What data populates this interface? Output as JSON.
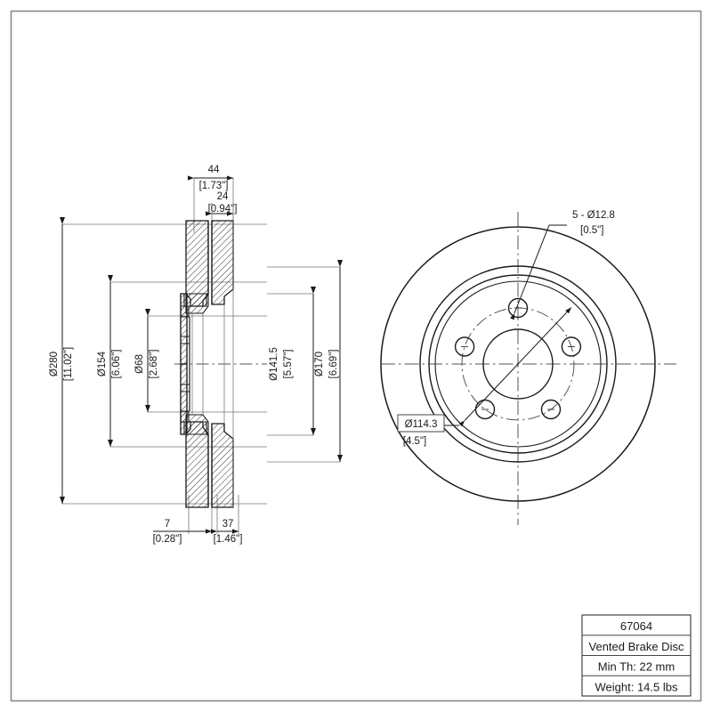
{
  "drawing": {
    "type": "engineering-part-drawing",
    "part_description": "Vented brake disc (rotor) — cross-section view and face view",
    "units_note": "Millimeters with inch equivalents in brackets"
  },
  "section_view": {
    "name": "cross-section",
    "dimensions": {
      "overall_diameter": {
        "metric": "Ø280",
        "imperial": "[11.02\"]"
      },
      "hat_outer_diameter": {
        "metric": "Ø154",
        "imperial": "[6.06\"]"
      },
      "center_bore_diameter": {
        "metric": "Ø68",
        "imperial": "[2.68\"]"
      },
      "inner_ring_diameter": {
        "metric": "Ø141.5",
        "imperial": "[5.57\"]"
      },
      "mount_face_diameter": {
        "metric": "Ø170",
        "imperial": "[6.69\"]"
      },
      "overall_width": {
        "metric": "44",
        "imperial": "[1.73\"]"
      },
      "disc_thickness": {
        "metric": "24",
        "imperial": "[0.94\"]"
      },
      "hat_wall_thickness": {
        "metric": "7",
        "imperial": "[0.28\"]"
      },
      "hat_depth": {
        "metric": "37",
        "imperial": "[1.46\"]"
      }
    }
  },
  "face_view": {
    "name": "face-view",
    "callouts": {
      "bolt_holes": {
        "metric": "5 - Ø12.8",
        "imperial": "[0.5\"]"
      },
      "bolt_circle": {
        "metric": "Ø114.3",
        "imperial": "[4.5\"]"
      }
    },
    "bolt_hole_count": 5
  },
  "title_block": {
    "part_number": "67064",
    "description": "Vented Brake Disc",
    "min_thickness": "Min Th: 22 mm",
    "weight": "Weight: 14.5 lbs"
  },
  "colors": {
    "line": "#1a1a1a",
    "thin_line": "#555555",
    "border": "#8a8a8a",
    "background": "#ffffff"
  }
}
